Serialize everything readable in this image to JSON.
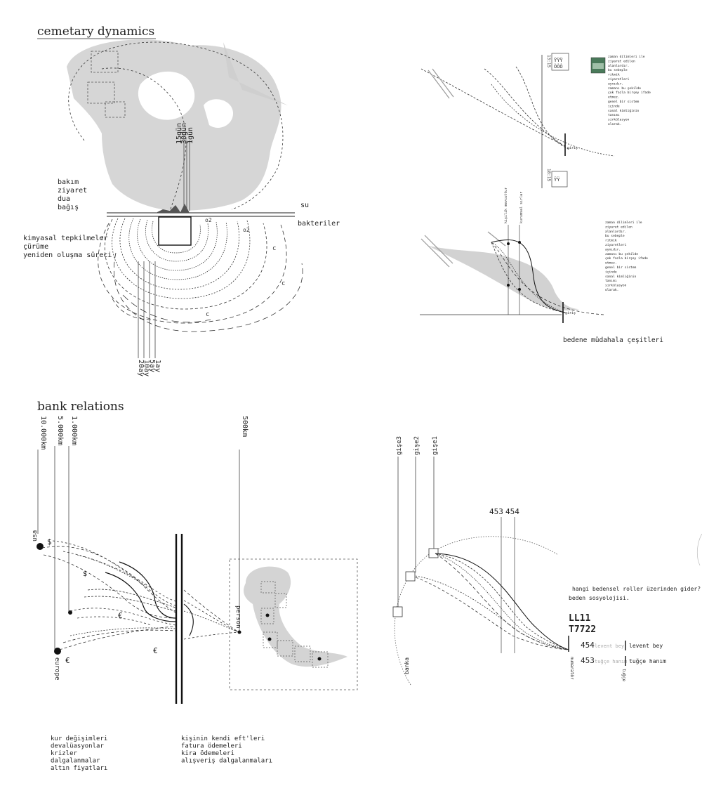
{
  "section1": {
    "title": "cemetary dynamics",
    "left_labels": [
      "bakım",
      "ziyaret",
      "dua",
      "bağış"
    ],
    "chem_labels": [
      "kimyasal tepkilmeler",
      "çürüme",
      "yeniden oluşma süreci"
    ],
    "right_labels": {
      "water": "su",
      "bacteria": "bakteriler"
    },
    "time_top": [
      "30gün",
      "15gün",
      "1gün"
    ],
    "time_bottom": [
      "1ay",
      "5ay",
      "10ay",
      "20ay"
    ],
    "small_marks": [
      "o2",
      "o2",
      "c",
      "c",
      "c"
    ]
  },
  "panel_tr": {
    "axis_top": "13:15",
    "axis_bottom": "18:15",
    "node_label": "giriş",
    "text": [
      "zaman dilimleri ile",
      "ziyaret edilen",
      "alanlardır.",
      "bu sebeple",
      "ritmik",
      "ziyaretleri",
      "aynıdır.",
      "zamanı bu şekilde",
      "çok fazla birşey ifade",
      "etmez.",
      "genel bir sistem",
      "içinde",
      "sanal kimliğinin",
      "tanımı",
      "sirkülasyon",
      "olarak."
    ]
  },
  "panel_mr": {
    "labels": [
      "kişilik mevcuttur",
      "kurumsal sırlar"
    ],
    "node_label": "giriş",
    "text": [
      "zaman dilimleri ile",
      "ziyaret edilen",
      "alanlardır.",
      "bu sebeple",
      "ritmik",
      "ziyaretleri",
      "aynıdır.",
      "zamanı bu şekilde",
      "çok fazla birşey ifade",
      "etmez.",
      "genel bir sistem",
      "içinde",
      "sanal kimliğinin",
      "tanımı",
      "sirkülasyon",
      "olarak."
    ],
    "caption": "bedene müdahala çeşitleri"
  },
  "section2": {
    "title": "bank relations",
    "distances": [
      "10.000km",
      "5.000km",
      "1.000km"
    ],
    "dist_500": "500km",
    "locations": {
      "usa": "usa",
      "europe": "europe"
    },
    "person_label": "person",
    "currency_symbols": [
      "$",
      "$",
      "€",
      "€",
      "€"
    ],
    "bottom_left": [
      "kur değişimleri",
      "devalüasyonlar",
      "krizler",
      "dalgalanmalar",
      "altın fiyatları"
    ],
    "bottom_mid": [
      "kişinin kendi eft'leri",
      "fatura ödemeleri",
      "kira ödemeleri",
      "alışveriş dalgalanmaları"
    ]
  },
  "panel_br": {
    "gise": [
      "gişe3",
      "gişe2",
      "gişe1"
    ],
    "num_top": [
      "453",
      "454"
    ],
    "banka": "banka",
    "question": "hangi bedensel roller üzerinden gider?",
    "subtitle": "beden sosyolojisi.",
    "rows": [
      {
        "num": "454",
        "gray": "levent bey",
        "name": "levent bey"
      },
      {
        "num": "453",
        "gray": "tuğçe hanım",
        "name": "tuğçe hanım"
      }
    ],
    "vert_labels": [
      "numaratör",
      "tuğçe"
    ],
    "glyph_text": [
      "LL11",
      "T7722"
    ]
  }
}
